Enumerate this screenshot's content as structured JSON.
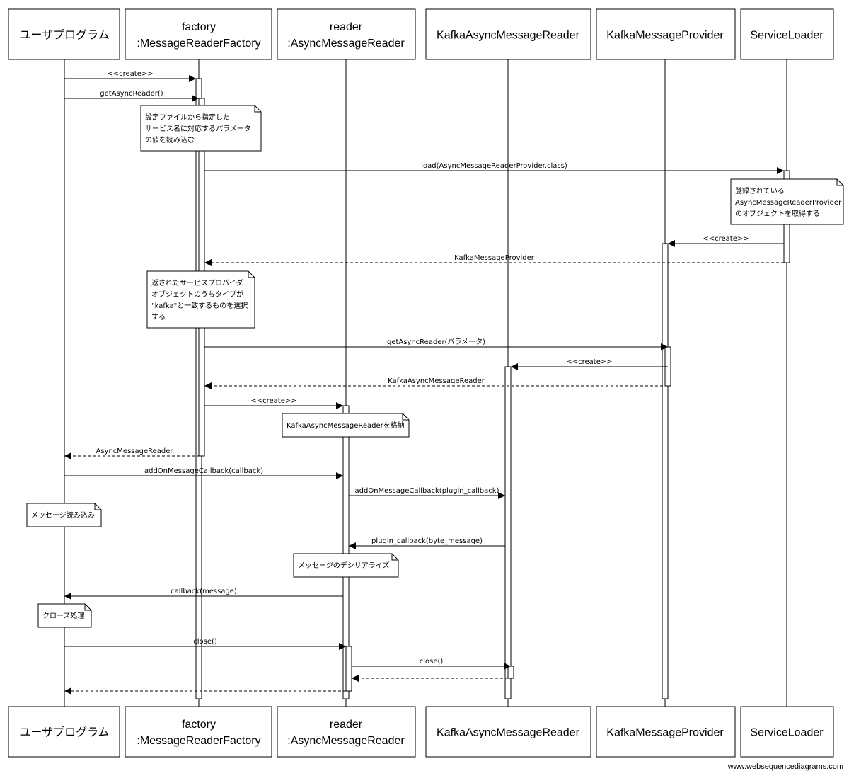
{
  "participants": [
    {
      "id": "user",
      "lines": [
        "ユーザプログラム"
      ]
    },
    {
      "id": "factory",
      "lines": [
        "factory",
        ":MessageReaderFactory"
      ]
    },
    {
      "id": "reader",
      "lines": [
        "reader",
        ":AsyncMessageReader"
      ]
    },
    {
      "id": "kreader",
      "lines": [
        "KafkaAsyncMessageReader"
      ]
    },
    {
      "id": "kprov",
      "lines": [
        "KafkaMessageProvider"
      ]
    },
    {
      "id": "sloader",
      "lines": [
        "ServiceLoader"
      ]
    }
  ],
  "messages": [
    {
      "from": "user",
      "to": "factory",
      "label": "<<create>>"
    },
    {
      "from": "user",
      "to": "factory",
      "label": "getAsyncReader()"
    },
    {
      "from": "factory",
      "to": "sloader",
      "label": "load(AsyncMessageReaderProvider.class)"
    },
    {
      "from": "sloader",
      "to": "kprov",
      "label": "<<create>>"
    },
    {
      "from": "sloader",
      "to": "factory",
      "label": "KafkaMessageProvider",
      "dashed": true
    },
    {
      "from": "factory",
      "to": "kprov",
      "label": "getAsyncReader(パラメータ)"
    },
    {
      "from": "kprov",
      "to": "kreader",
      "label": "<<create>>"
    },
    {
      "from": "kprov",
      "to": "factory",
      "label": "KafkaAsyncMessageReader",
      "dashed": true
    },
    {
      "from": "factory",
      "to": "reader",
      "label": "<<create>>"
    },
    {
      "from": "factory",
      "to": "user",
      "label": "AsyncMessageReader",
      "dashed": true
    },
    {
      "from": "user",
      "to": "reader",
      "label": "addOnMessageCallback(callback)"
    },
    {
      "from": "reader",
      "to": "kreader",
      "label": "addOnMessageCallback(plugin_callback)"
    },
    {
      "from": "kreader",
      "to": "reader",
      "label": "plugin_callback(byte_message)"
    },
    {
      "from": "reader",
      "to": "user",
      "label": "callback(message)"
    },
    {
      "from": "user",
      "to": "reader",
      "label": "close()"
    },
    {
      "from": "reader",
      "to": "kreader",
      "label": "close()"
    },
    {
      "from": "kreader",
      "to": "reader",
      "label": "",
      "dashed": true
    },
    {
      "from": "reader",
      "to": "user",
      "label": "",
      "dashed": true
    }
  ],
  "notes": [
    {
      "lines": [
        "設定ファイルから指定した",
        "サービス名に対応するパラメータ",
        "の値を読み込む"
      ]
    },
    {
      "lines": [
        "登録されている",
        "AsyncMessageReaderProvider",
        "のオブジェクトを取得する"
      ]
    },
    {
      "lines": [
        "返されたサービスプロバイダ",
        "オブジェクトのうちタイプが",
        "\"kafka\"と一致するものを選択",
        "する"
      ]
    },
    {
      "lines": [
        "KafkaAsyncMessageReaderを格納"
      ]
    },
    {
      "lines": [
        "メッセージ読み込み"
      ]
    },
    {
      "lines": [
        "メッセージのデシリアライズ"
      ]
    },
    {
      "lines": [
        "クローズ処理"
      ]
    }
  ],
  "footer": "www.websequencediagrams.com"
}
